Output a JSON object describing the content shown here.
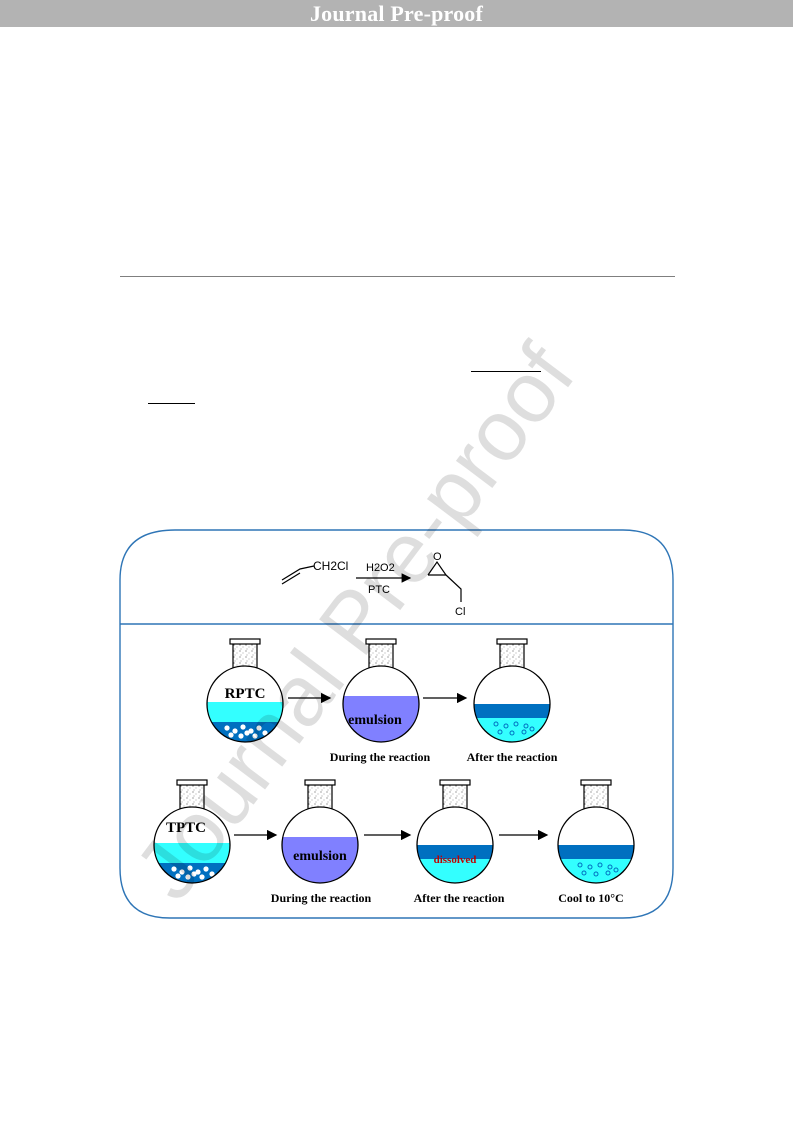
{
  "header": {
    "title": "Journal Pre-proof"
  },
  "watermark": {
    "text": "Journal Pre-proof"
  },
  "scheme": {
    "reactant_label": "CH2Cl",
    "reagent_top": "H2O2",
    "reagent_bottom": "PTC",
    "product_ring_atom": "O",
    "product_substituent": "Cl"
  },
  "row1": {
    "catalyst_label": "RPTC",
    "emulsion_label": "emulsion",
    "caption_during": "During the reaction",
    "caption_after": "After the reaction"
  },
  "row2": {
    "catalyst_label": "TPTC",
    "emulsion_label": "emulsion",
    "dissolved_label": "dissolved",
    "caption_during": "During the reaction",
    "caption_after": "After the reaction",
    "caption_cool": "Cool to 10°C"
  },
  "colors": {
    "header_bar": "#b3b3b3",
    "frame": "#2e75b6",
    "cyan": "#33ffff",
    "blue": "#0070c0",
    "emulsion": "#8080ff",
    "watermark": "#cfcfcf",
    "dissolved_text": "#c00000"
  }
}
